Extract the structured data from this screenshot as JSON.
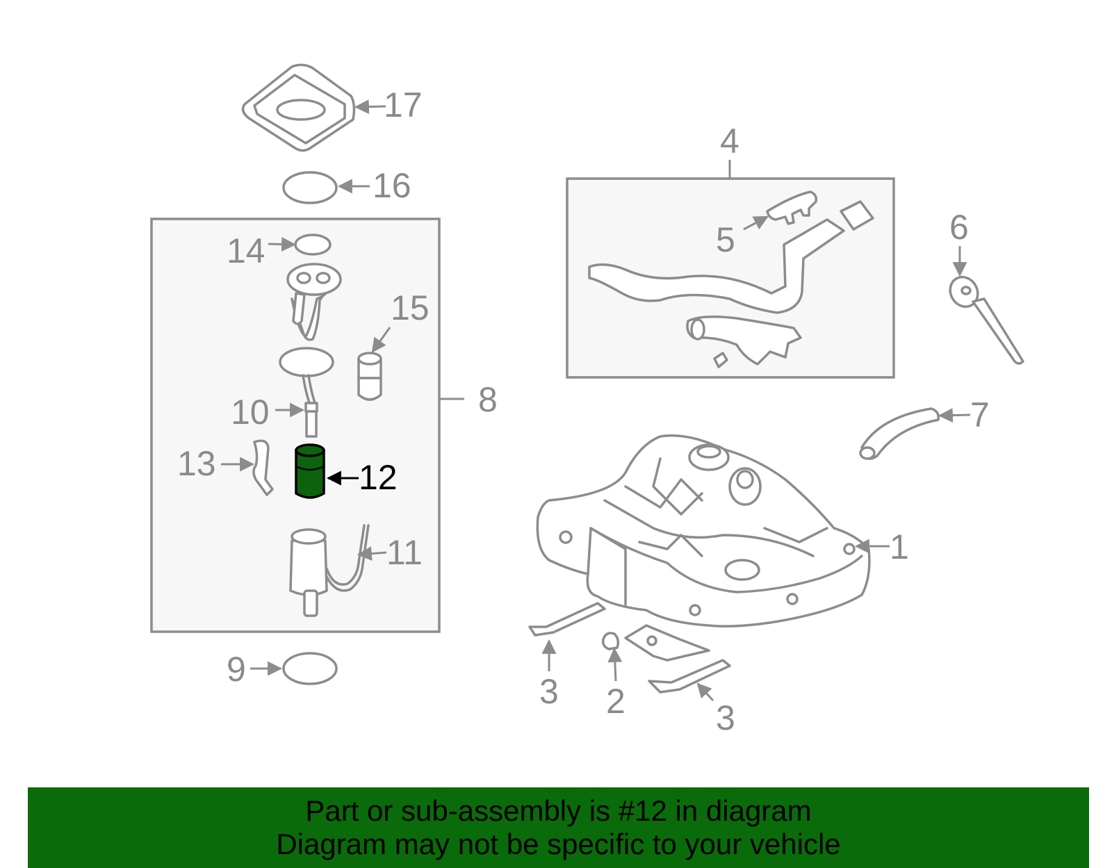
{
  "colors": {
    "highlight": "#0d620d",
    "banner": "#0a6b0a",
    "line_art": "#8c8c8c",
    "callout_text": "#8a8a8a"
  },
  "callouts": {
    "c1": "1",
    "c2": "2",
    "c3a": "3",
    "c3b": "3",
    "c4": "4",
    "c5": "5",
    "c6": "6",
    "c7": "7",
    "c8": "8",
    "c9": "9",
    "c10": "10",
    "c11": "11",
    "c12": "12",
    "c13": "13",
    "c14": "14",
    "c15": "15",
    "c16": "16",
    "c17": "17"
  },
  "highlighted_part": "12",
  "banner": {
    "line1": "Part or sub-assembly is #12 in diagram",
    "line2": "Diagram may not be specific to your vehicle"
  }
}
